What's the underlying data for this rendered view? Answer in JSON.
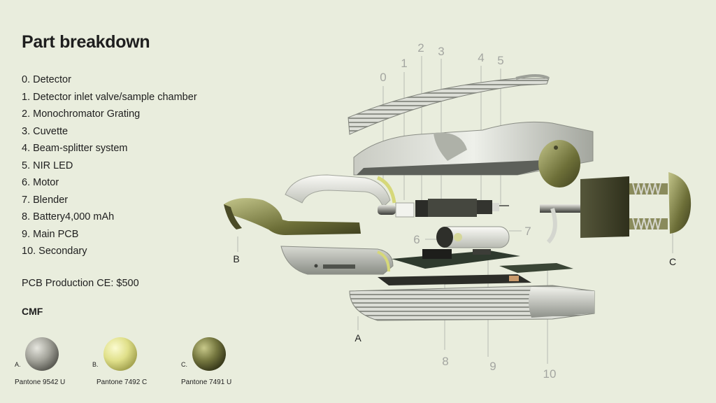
{
  "title": "Part breakdown",
  "parts": [
    "0. Detector",
    "1. Detector inlet valve/sample chamber",
    "2. Monochromator Grating",
    "3. Cuvette",
    "4. Beam-splitter system",
    "5. NIR LED",
    "6. Motor",
    "7. Blender",
    "8. Battery4,000 mAh",
    "9. Main PCB",
    "10. Secondary"
  ],
  "cost_text": "PCB Production CE: $500",
  "cmf": {
    "title": "CMF",
    "swatches": [
      {
        "letter": "A.",
        "label": "Pantone 9542 U",
        "color": "#a3a39a"
      },
      {
        "letter": "B.",
        "label": "Pantone 7492 C",
        "color": "#e0e08a"
      },
      {
        "letter": "C.",
        "label": "Pantone 7491 U",
        "color": "#75773f"
      }
    ]
  },
  "callouts": {
    "c0": "0",
    "c1": "1",
    "c2": "2",
    "c3": "3",
    "c4": "4",
    "c5": "5",
    "c6": "6",
    "c7": "7",
    "c8": "8",
    "c9": "9",
    "c10": "10",
    "ca": "A",
    "cb": "B",
    "cc": "C"
  }
}
